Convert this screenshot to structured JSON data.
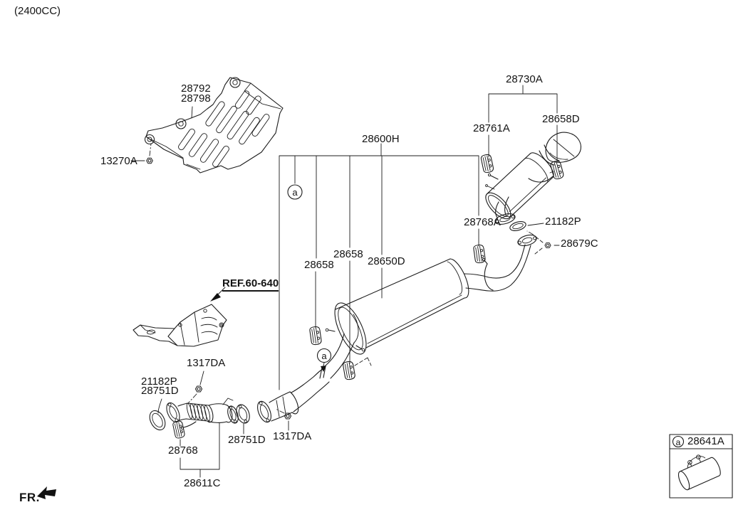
{
  "title": "(2400CC)",
  "fr_label": "FR.",
  "markers": {
    "a": "a"
  },
  "labels": {
    "heat_shield_top_1": "28792",
    "heat_shield_top_2": "28798",
    "heat_shield_bolt": "13270A",
    "rear_muffler_assembly": "28730A",
    "hanger_rear_front": "28761A",
    "hanger_rear_rear": "28658D",
    "center_muffler_assembly": "28600H",
    "hanger_center_rear": "28768A",
    "gasket_rear": "21182P",
    "bolt_rear": "28679C",
    "hanger_center_front": "28658",
    "hanger_center_mid": "28658",
    "center_muffler": "28650D",
    "ref_heat_shield": "REF.60-640",
    "nut_front_upper": "1317DA",
    "gasket_front_outer": "21182P",
    "gasket_front_inner": "28751D",
    "hanger_front_pipe": "28768",
    "gasket_mid": "28751D",
    "nut_mid": "1317DA",
    "front_pipe_assembly": "28611C",
    "clamp_detail": "28641A"
  }
}
